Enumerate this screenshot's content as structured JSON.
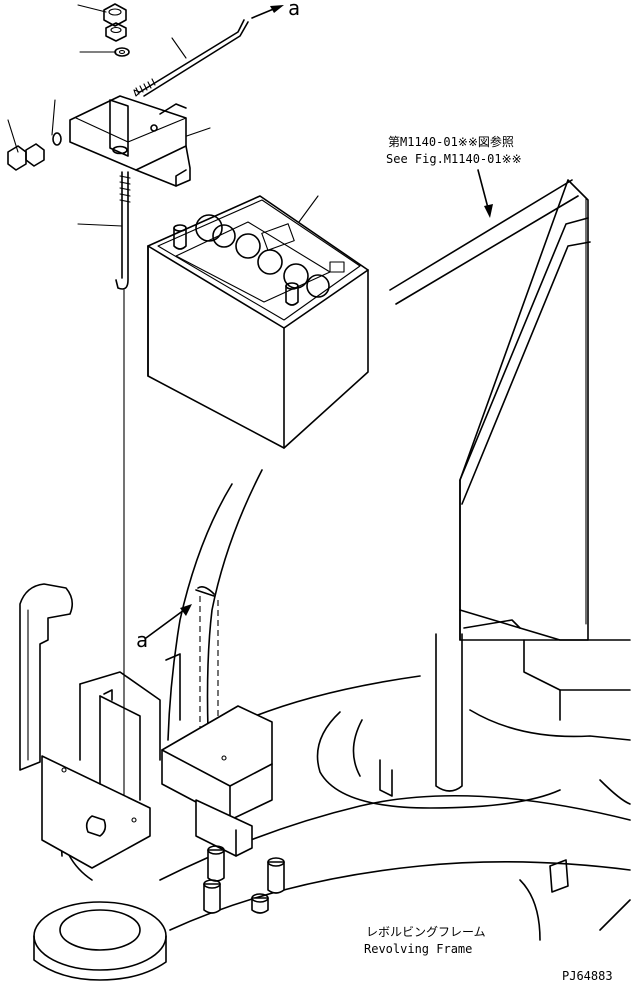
{
  "labels": {
    "ref_a_top": "a",
    "ref_a_mid": "a",
    "see_fig_jp": "第M1140-01※※図参照",
    "see_fig_en": "See Fig.M1140-01※※",
    "frame_jp": "レボルビングフレーム",
    "frame_en": "Revolving Frame",
    "drawing_no": "PJ64883"
  }
}
